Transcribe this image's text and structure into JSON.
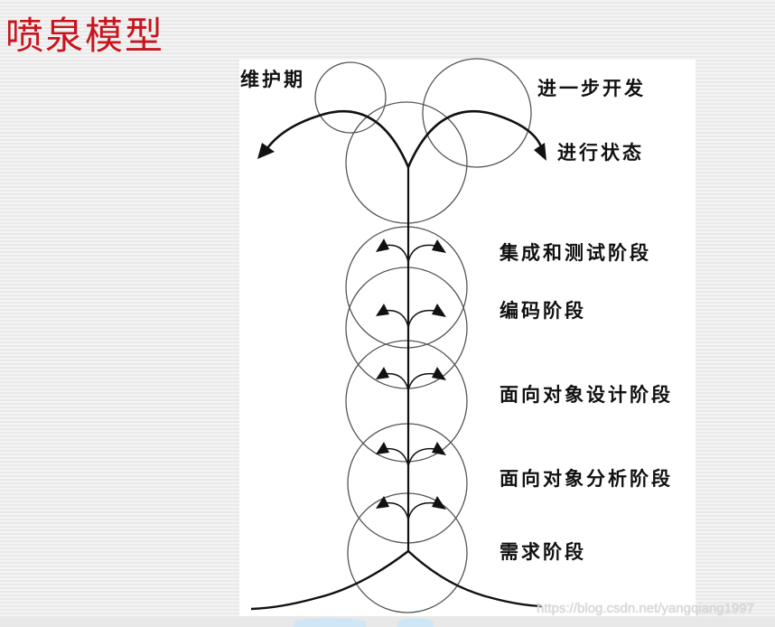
{
  "title": "喷泉模型",
  "colors": {
    "title": "#c8151d",
    "stroke": "#111111",
    "circle": "#555555",
    "panel": "#ffffff"
  },
  "labels": {
    "maintenance": "维护期",
    "further_development": "进一步开发",
    "running_state": "进行状态",
    "integration_testing": "集成和测试阶段",
    "coding": "编码阶段",
    "oo_design": "面向对象设计阶段",
    "oo_analysis": "面向对象分析阶段",
    "requirements": "需求阶段"
  },
  "watermark": "https://blog.csdn.net/yangqiang1997"
}
